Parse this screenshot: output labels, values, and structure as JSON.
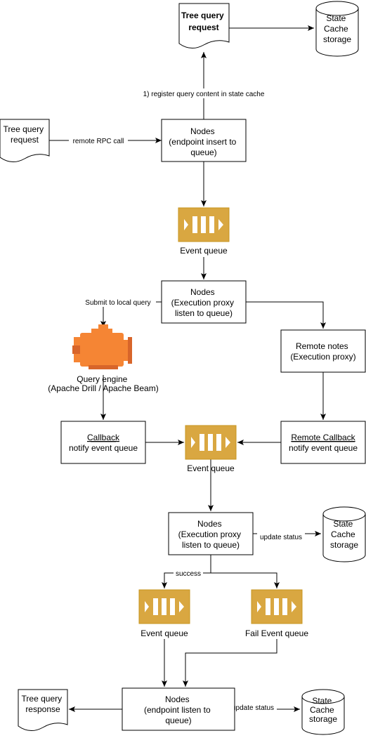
{
  "colors": {
    "line": "#000000",
    "queue_fill": "#D9A741",
    "queue_stroke": "#C7951F",
    "engine_fill": "#F58534",
    "engine_dark": "#D8652A",
    "background": "#FFFFFF"
  },
  "icons": {
    "queue": "sqs-queue-icon",
    "engine": "query-engine-icon",
    "document": "document-icon",
    "cylinder": "storage-cylinder-icon"
  },
  "nodes": {
    "top_request": {
      "lines": [
        "Tree query",
        "request"
      ]
    },
    "storage_top": {
      "lines": [
        "State",
        "Cache",
        "storage"
      ]
    },
    "left_request": {
      "lines": [
        "Tree query",
        "request"
      ]
    },
    "nodes_insert": {
      "lines": [
        "Nodes",
        "(endpoint insert to",
        "queue)"
      ]
    },
    "event_queue_1": {
      "label": "Event queue"
    },
    "nodes_exec_1": {
      "lines": [
        "Nodes",
        "(Execution proxy",
        "listen to queue)"
      ]
    },
    "remote_notes": {
      "lines": [
        "Remote notes",
        "(Execution proxy)"
      ]
    },
    "query_engine": {
      "lines": [
        "Query engine",
        "(Apache Drill / Apache Beam)"
      ]
    },
    "callback": {
      "underlined": "Callback",
      "rest": "notify event queue"
    },
    "remote_callback": {
      "underlined": "Remote Callback",
      "rest": "notify event queue"
    },
    "event_queue_2": {
      "label": "Event queue"
    },
    "nodes_exec_2": {
      "lines": [
        "Nodes",
        "(Execution proxy",
        "listen to queue)"
      ]
    },
    "storage_mid": {
      "lines": [
        "State",
        "Cache",
        "storage"
      ]
    },
    "event_queue_3": {
      "label": "Event queue"
    },
    "fail_queue": {
      "label": "Fail Event queue"
    },
    "nodes_listen": {
      "lines": [
        "Nodes",
        "(endpoint listen to",
        "queue)"
      ]
    },
    "response": {
      "lines": [
        "Tree query",
        "response"
      ]
    },
    "storage_bottom": {
      "lines": [
        "State",
        "Cache",
        "storage"
      ]
    }
  },
  "edges": {
    "register": "1) register query content in state cache",
    "rpc": "remote RPC call",
    "submit": "Submit to local query",
    "update_status_1": "update status",
    "success": "success",
    "update_status_2": "update status"
  }
}
